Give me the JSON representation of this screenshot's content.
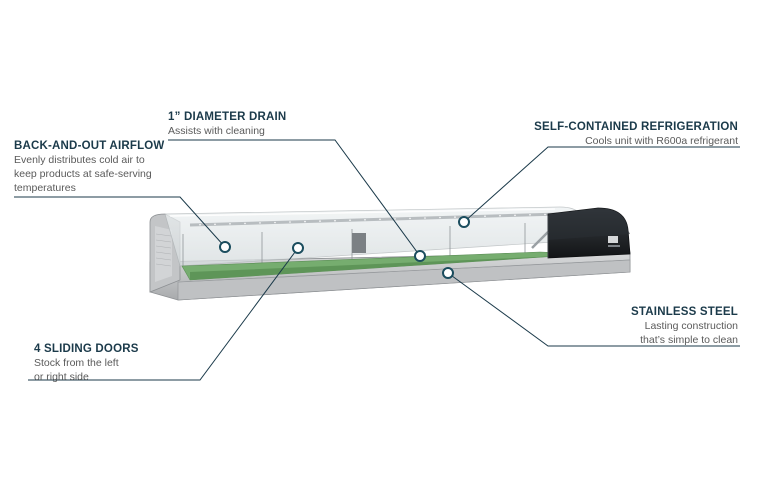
{
  "callouts": {
    "drain": {
      "title": "1” DIAMETER DRAIN",
      "desc": "Assists with cleaning"
    },
    "airflow": {
      "title": "BACK-AND-OUT AIRFLOW",
      "desc": [
        "Evenly distributes cold air to",
        "keep products at safe-serving",
        "temperatures"
      ]
    },
    "refrigeration": {
      "title": "SELF-CONTAINED REFRIGERATION",
      "desc": "Cools unit with R600a refrigerant"
    },
    "steel": {
      "title": "STAINLESS STEEL",
      "desc": [
        "Lasting construction",
        "that’s simple to clean"
      ]
    },
    "doors": {
      "title": "4 SLIDING DOORS",
      "desc": [
        "Stock from the left",
        "or right side"
      ]
    }
  },
  "colors": {
    "accent_line": "#1b3a4a",
    "marker_ring": "#1b4d5e",
    "shelf_green": "#6fa86a",
    "steel": "#c9cbcd"
  }
}
